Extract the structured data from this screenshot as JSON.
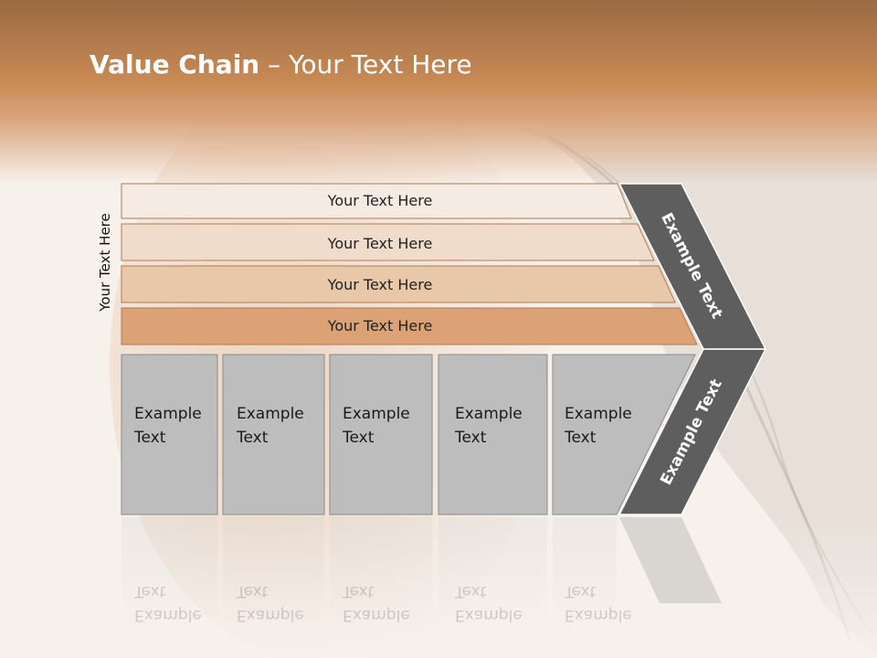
{
  "slide": {
    "title_bold": "Value Chain",
    "title_rest": " – Your Text Here",
    "side_label": "Your Text Here"
  },
  "rows": [
    {
      "label": "Your Text Here",
      "color": "#f6ebe3"
    },
    {
      "label": "Your Text Here",
      "color": "#f0dccb"
    },
    {
      "label": "Your Text Here",
      "color": "#e8c8a8"
    },
    {
      "label": "Your Text Here",
      "color": "#dca276"
    }
  ],
  "cells": [
    {
      "line1": "Example",
      "line2": "Text"
    },
    {
      "line1": "Example",
      "line2": "Text"
    },
    {
      "line1": "Example",
      "line2": "Text"
    },
    {
      "line1": "Example",
      "line2": "Text"
    },
    {
      "line1": "Example",
      "line2": "Text"
    }
  ],
  "chevron": {
    "upper_label": "Example Text",
    "lower_label": "Example Text",
    "color": "#5e5e5e"
  },
  "colors": {
    "cell_fill": "#bdbdbd",
    "cell_stroke": "#8a8a8a",
    "row_stroke": "#b07a52"
  }
}
